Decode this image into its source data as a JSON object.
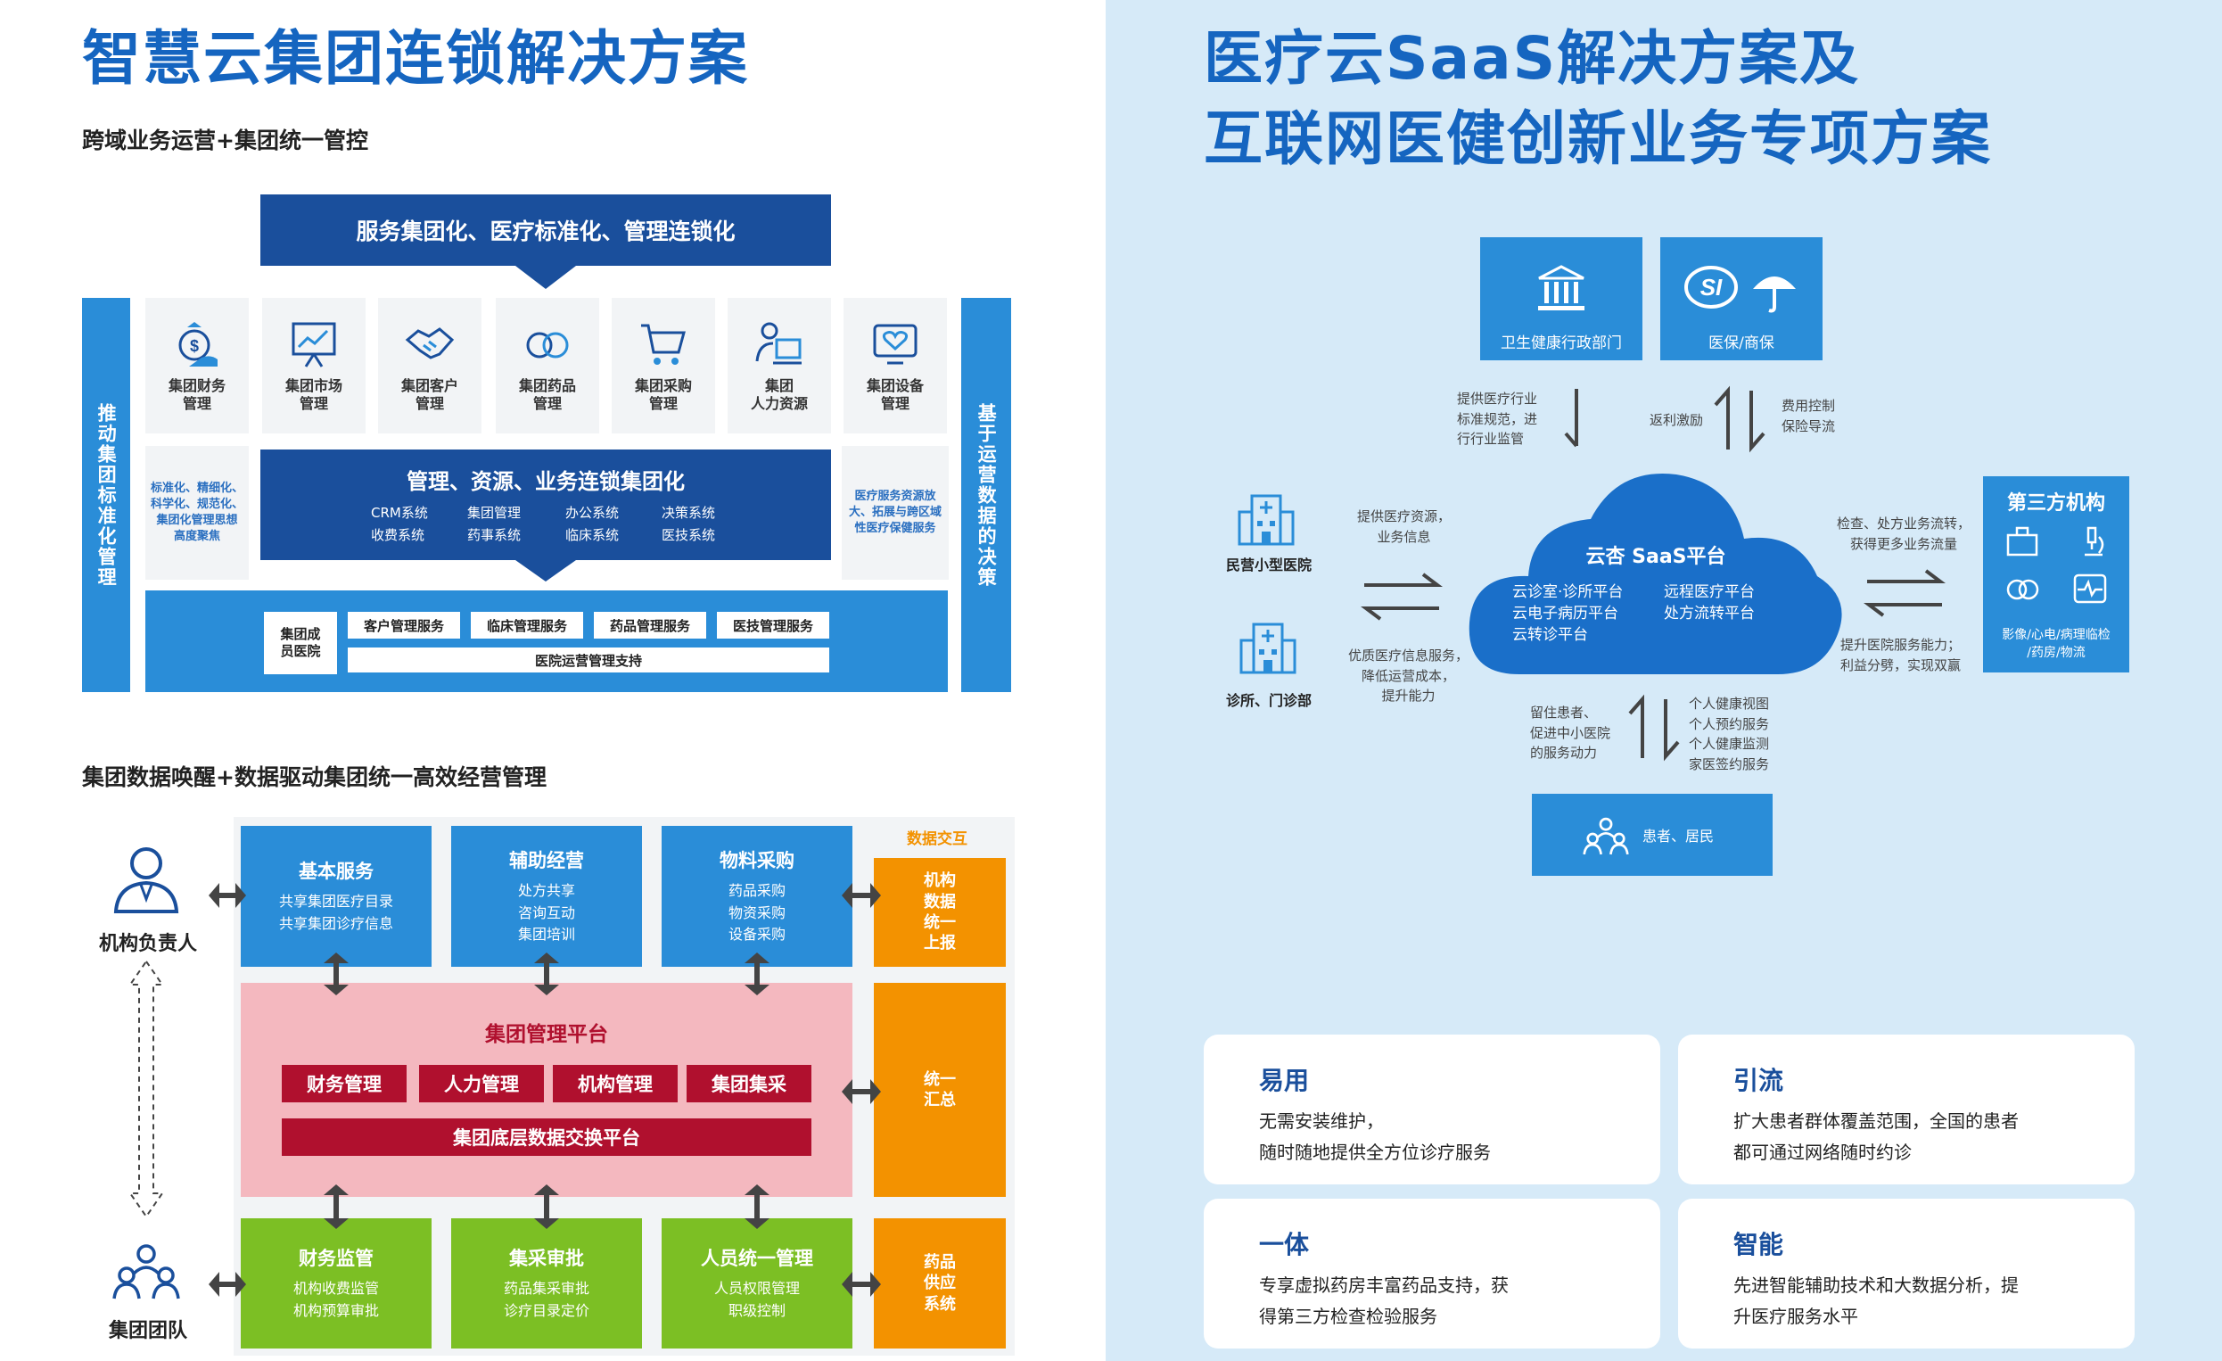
{
  "left": {
    "title": "智慧云集团连锁解决方案",
    "subtitle1": "跨域业务运营+集团统一管控",
    "top_banner": "服务集团化、医疗标准化、管理连锁化",
    "left_bar": "推动集团标准化管理",
    "right_bar": "基于运营数据的决策",
    "tiles": [
      {
        "label": "集团财务\n管理",
        "icon": "money-bag-icon"
      },
      {
        "label": "集团市场\n管理",
        "icon": "presentation-board-icon"
      },
      {
        "label": "集团客户\n管理",
        "icon": "handshake-icon"
      },
      {
        "label": "集团药品\n管理",
        "icon": "pills-icon"
      },
      {
        "label": "集团采购\n管理",
        "icon": "shopping-cart-icon"
      },
      {
        "label": "集团\n人力资源",
        "icon": "person-computer-icon"
      },
      {
        "label": "集团设备\n管理",
        "icon": "monitor-heart-icon"
      }
    ],
    "left_note": "标准化、精细化、\n科学化、规范化、\n集团化管理思想\n高度聚焦",
    "right_note": "医疗服务资源放\n大、拓展与跨区域\n性医疗保健服务",
    "mid_title": "管理、资源、业务连锁集团化",
    "mid_systems": [
      "CRM系统",
      "集团管理",
      "办公系统",
      "决策系统",
      "收费系统",
      "药事系统",
      "临床系统",
      "医技系统"
    ],
    "member_label": "集团成\n员医院",
    "services": [
      "客户管理服务",
      "临床管理服务",
      "药品管理服务",
      "医技管理服务"
    ],
    "ops_support": "医院运营管理支持",
    "subtitle2": "集团数据唤醒+数据驱动集团统一高效经营管理",
    "person_top": "机构负责人",
    "person_bottom": "集团团队",
    "data_exchange": "数据交互",
    "blue_boxes": [
      {
        "title": "基本服务",
        "lines": "共享集团医疗目录\n共享集团诊疗信息"
      },
      {
        "title": "辅助经营",
        "lines": "处方共享\n咨询互动\n集团培训"
      },
      {
        "title": "物料采购",
        "lines": "药品采购\n物资采购\n设备采购"
      }
    ],
    "orange_boxes": [
      "机构\n数据\n统一\n上报",
      "统一\n汇总",
      "药品\n供应\n系统"
    ],
    "platform_title": "集团管理平台",
    "platform_items": [
      "财务管理",
      "人力管理",
      "机构管理",
      "集团集采"
    ],
    "platform_bottom": "集团底层数据交换平台",
    "green_boxes": [
      {
        "title": "财务监管",
        "lines": "机构收费监管\n机构预算审批"
      },
      {
        "title": "集采审批",
        "lines": "药品集采审批\n诊疗目录定价"
      },
      {
        "title": "人员统一管理",
        "lines": "人员权限管理\n职级控制"
      }
    ]
  },
  "right": {
    "title1": "医疗云SaaS解决方案及",
    "title2": "互联网医健创新业务专项方案",
    "gov": "卫生健康行政部门",
    "insurance": "医保/商保",
    "gov_arrow_label": "提供医疗行业\n标准规范，进\n行行业监管",
    "rebate": "返利激励",
    "cost_control": "费用控制\n保险导流",
    "hospital_small": "民营小型医院",
    "clinic": "诊所、门诊部",
    "left_top_label": "提供医疗资源，\n业务信息",
    "left_bottom_label": "优质医疗信息服务，\n降低运营成本，\n提升能力",
    "cloud_title": "云杏 SaaS平台",
    "cloud_items_left": "云诊室·诊所平台\n云电子病历平台\n云转诊平台",
    "cloud_items_right": "远程医疗平台\n处方流转平台",
    "third_party_title": "第三方机构",
    "third_party_desc": "影像/心电/病理临检\n/药房/物流",
    "right_top_label": "检查、处方业务流转，\n获得更多业务流量",
    "right_bottom_label": "提升医院服务能力；\n利益分劈，实现双赢",
    "patient_left_label": "留住患者、\n促进中小医院\n的服务动力",
    "patient_right_label": "个人健康视图\n个人预约服务\n个人健康监测\n家医签约服务",
    "patients": "患者、居民",
    "cards": [
      {
        "title": "易用",
        "desc": "无需安装维护，\n随时随地提供全方位诊疗服务"
      },
      {
        "title": "引流",
        "desc": "扩大患者群体覆盖范围，全国的患者\n都可通过网络随时约诊"
      },
      {
        "title": "一体",
        "desc": "专享虚拟药房丰富药品支持，获\n得第三方检查检验服务"
      },
      {
        "title": "智能",
        "desc": "先进智能辅助技术和大数据分析，提\n升医疗服务水平"
      }
    ]
  },
  "colors": {
    "blue": "#2a8dd8",
    "dark_blue": "#1a4f9c",
    "title_blue": "#1565c0",
    "orange": "#f39200",
    "green": "#7cbf24",
    "red": "#b0102e",
    "pink": "#f4b8bf",
    "light_bg": "#d6eaf8"
  }
}
